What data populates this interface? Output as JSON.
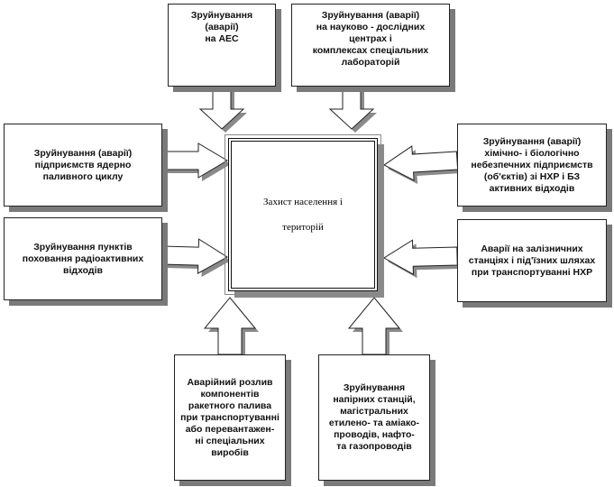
{
  "center": {
    "title": "Захист населення і\nтериторій"
  },
  "sources": {
    "nuclear_plant": "Зруйнування\n(аварії)\nна АЕС",
    "research_centers": "Зруйнування (аварії)\nна науково - дослідних\nцентрах і\nкомплексах спеціальних\nлабораторій",
    "fuel_cycle": "Зруйнування (аварії)\nпідприємств ядерно\nпаливного циклу",
    "chemical_bio": "Зруйнування (аварії)\nхімічно- і біологічно\nнебезпечних підприємств\n(об'єктів) зі НХР і БЗ\nактивних відходів",
    "radioactive_waste": "Зруйнування пунктів\nпоховання радіоактивних\nвідходів",
    "rail_accidents": "Аварії на залізничних\nстанціях і під'їзних шляхах\nпри транспортуванні  НХР",
    "rocket_fuel": "Аварійний розлив\nкомпонентів\nракетного  палива\nпри транспортуванні\nабо перевантажен-\nні спеціальних\nвиробів",
    "pumping_stations": "Зруйнування\nнапірних станцій,\nмагістральних\nетилено- та аміако-\nпроводів, нафто-\nта газопроводів"
  }
}
